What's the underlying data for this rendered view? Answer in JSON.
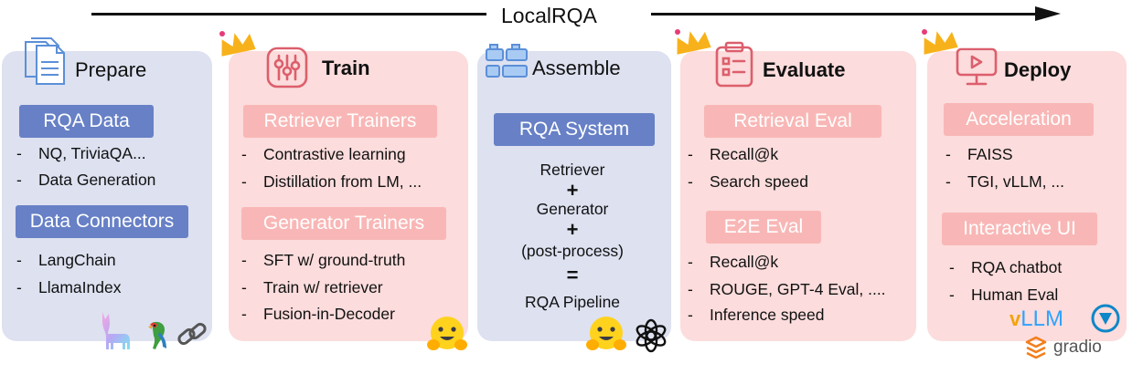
{
  "title": "LocalRQA",
  "prepare": {
    "heading": "Prepare",
    "groups": [
      {
        "label": "RQA Data",
        "items": [
          "NQ, TriviaQA...",
          "Data Generation"
        ]
      },
      {
        "label": "Data Connectors",
        "items": [
          "LangChain",
          "LlamaIndex"
        ]
      }
    ]
  },
  "train": {
    "heading": "Train",
    "groups": [
      {
        "label": "Retriever Trainers",
        "items": [
          "Contrastive learning",
          "Distillation from LM, ..."
        ]
      },
      {
        "label": "Generator Trainers",
        "items": [
          "SFT w/ ground-truth",
          "Train w/ retriever",
          "Fusion-in-Decoder"
        ]
      }
    ]
  },
  "assemble": {
    "heading": "Assemble",
    "system_label": "RQA System",
    "lines": [
      "Retriever",
      "+",
      "Generator",
      "+",
      "(post-process)",
      "=",
      "RQA Pipeline"
    ]
  },
  "evaluate": {
    "heading": "Evaluate",
    "groups": [
      {
        "label": "Retrieval Eval",
        "items": [
          "Recall@k",
          "Search speed"
        ]
      },
      {
        "label": "E2E Eval",
        "items": [
          "Recall@k",
          "ROUGE, GPT-4 Eval, ....",
          "Inference speed"
        ]
      }
    ]
  },
  "deploy": {
    "heading": "Deploy",
    "groups": [
      {
        "label": "Acceleration",
        "items": [
          "FAISS",
          "TGI, vLLM, ..."
        ]
      },
      {
        "label": "Interactive UI",
        "items": [
          "RQA chatbot",
          "Human Eval"
        ]
      }
    ]
  },
  "bullet_dash": "-",
  "logos": {
    "prepare": [
      "llama-logo",
      "parrot-logo",
      "chain-link-logo"
    ],
    "train": [
      "hugging-face-logo"
    ],
    "assemble": [
      "hugging-face-logo",
      "openai-logo"
    ],
    "deploy": [
      "vllm-logo",
      "tgi-logo",
      "gradio-logo"
    ],
    "vllm_text": "LLM",
    "vllm_v": "v",
    "gradio_text": "gradio"
  },
  "colors": {
    "blue_panel": "#dde1f0",
    "pink_panel": "#fcdcdc",
    "blue_tag": "#6780c6",
    "pink_tag": "#f8b7b6",
    "pink_icon": "#dc5f6c",
    "blue_icon": "#5b8fd8",
    "crown": "#f7b21b"
  }
}
